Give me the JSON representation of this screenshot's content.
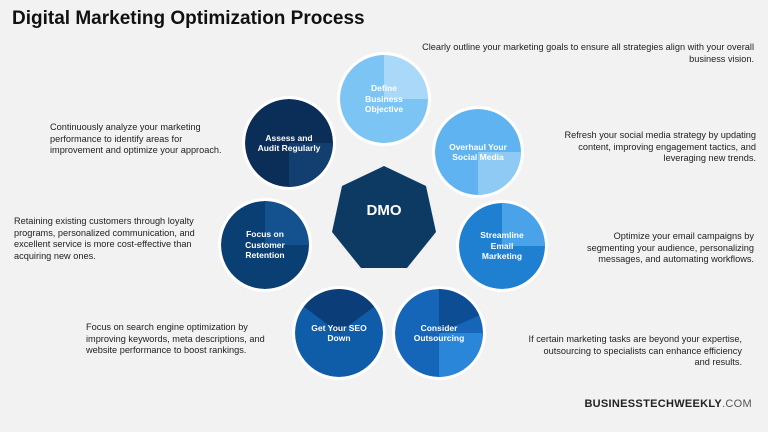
{
  "title": "Digital Marketing Optimization Process",
  "hub": {
    "label": "DMO",
    "color": "#0d3a63"
  },
  "nodes": [
    {
      "label": "Define Business Objective",
      "color": "#7cc4f4",
      "accent": "#a9d8f8",
      "desc": "Clearly outline your marketing goals to ensure all strategies align with your overall business vision."
    },
    {
      "label": "Overhaul Your Social Media",
      "color": "#5fb3f0",
      "accent": "#8fcaf4",
      "desc": "Refresh your social media strategy by updating content, improving engagement tactics, and leveraging new trends."
    },
    {
      "label": "Streamline Email Marketing",
      "color": "#1f7fd0",
      "accent": "#4aa3e8",
      "desc": "Optimize your email campaigns by segmenting your audience, personalizing messages, and automating workflows."
    },
    {
      "label": "Consider Outsourcing",
      "color": "#1565b8",
      "accent": "#2a86d8",
      "desc": "If certain marketing tasks are beyond your expertise, outsourcing to specialists can enhance efficiency and results."
    },
    {
      "label": "Get Your SEO Down",
      "color": "#0f5ca8",
      "accent": "#0b3e78",
      "desc": "Focus on search engine optimization by improving keywords, meta descriptions, and website performance to boost rankings."
    },
    {
      "label": "Focus on Customer Retention",
      "color": "#0a3f73",
      "accent": "#14528f",
      "desc": "Retaining existing customers through loyalty programs, personalized communication, and excellent service is more cost-effective than acquiring new ones."
    },
    {
      "label": "Assess and Audit Regularly",
      "color": "#0a2e57",
      "accent": "#123e70",
      "desc": "Continuously analyze your marketing performance to identify areas for improvement and optimize your approach."
    }
  ],
  "brand": {
    "bold": "BUSINESSTECHWEEKLY",
    "light": ".COM"
  }
}
